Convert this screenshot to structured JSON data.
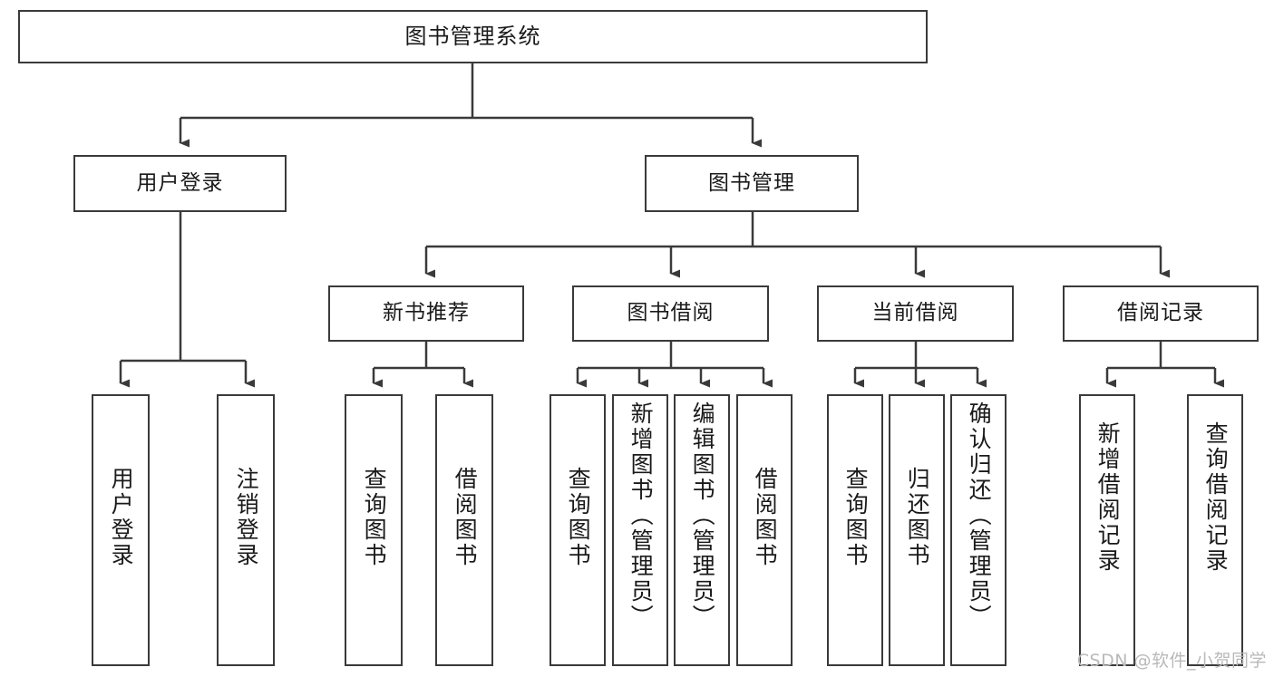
{
  "diagram": {
    "title": "图书管理系统",
    "type": "tree",
    "root": {
      "label": "图书管理系统"
    },
    "level2": [
      {
        "label": "用户登录"
      },
      {
        "label": "图书管理"
      }
    ],
    "level3": [
      {
        "label": "新书推荐"
      },
      {
        "label": "图书借阅"
      },
      {
        "label": "当前借阅"
      },
      {
        "label": "借阅记录"
      }
    ],
    "leaves": [
      {
        "label": "用户登录",
        "parent": "用户登录"
      },
      {
        "label": "注销登录",
        "parent": "用户登录"
      },
      {
        "label": "查询图书",
        "parent": "新书推荐"
      },
      {
        "label": "借阅图书",
        "parent": "新书推荐"
      },
      {
        "label": "查询图书",
        "parent": "图书借阅"
      },
      {
        "label": "新增图书（管理员）",
        "parent": "图书借阅"
      },
      {
        "label": "编辑图书（管理员）",
        "parent": "图书借阅"
      },
      {
        "label": "借阅图书",
        "parent": "图书借阅"
      },
      {
        "label": "查询图书",
        "parent": "当前借阅"
      },
      {
        "label": "归还图书",
        "parent": "当前借阅"
      },
      {
        "label": "确认归还（管理员）",
        "parent": "当前借阅"
      },
      {
        "label": "新增借阅记录",
        "parent": "借阅记录"
      },
      {
        "label": "查询借阅记录",
        "parent": "借阅记录"
      }
    ],
    "colors": {
      "stroke": "#3a3a3a",
      "fill": "#ffffff",
      "text": "#1a1a1a",
      "watermark": "#b9b9b9"
    }
  },
  "watermark": {
    "text": "CSDN @软件_小贺同学"
  }
}
